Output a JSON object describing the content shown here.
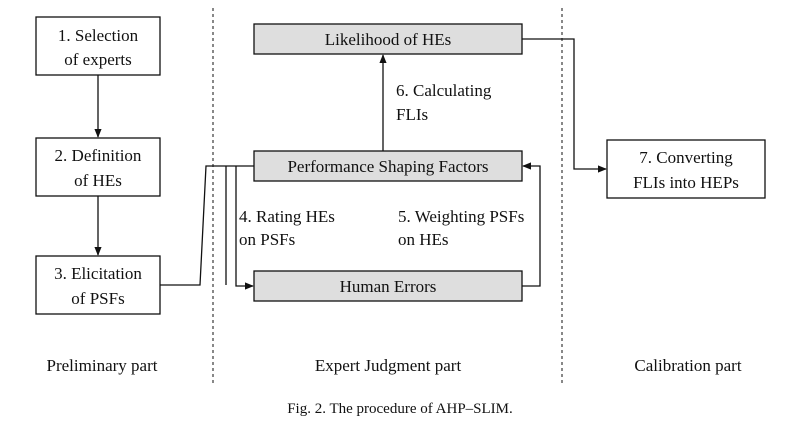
{
  "boxes": {
    "selection_line1": "1. Selection",
    "selection_line2": "of experts",
    "definition_line1": "2. Definition",
    "definition_line2": "of HEs",
    "elicitation_line1": "3. Elicitation",
    "elicitation_line2": "of PSFs",
    "likelihood": "Likelihood of HEs",
    "psf": "Performance Shaping Factors",
    "human_errors": "Human Errors",
    "converting_line1": "7. Converting",
    "converting_line2": "FLIs into HEPs"
  },
  "labels": {
    "calculating_line1": "6. Calculating",
    "calculating_line2": "FLIs",
    "rating_line1": "4. Rating HEs",
    "rating_line2": "on PSFs",
    "weighting_line1": "5. Weighting PSFs",
    "weighting_line2": "on HEs"
  },
  "parts": {
    "preliminary": "Preliminary part",
    "expert": "Expert Judgment part",
    "calibration": "Calibration part"
  },
  "caption": "Fig. 2. The procedure of AHP–SLIM."
}
